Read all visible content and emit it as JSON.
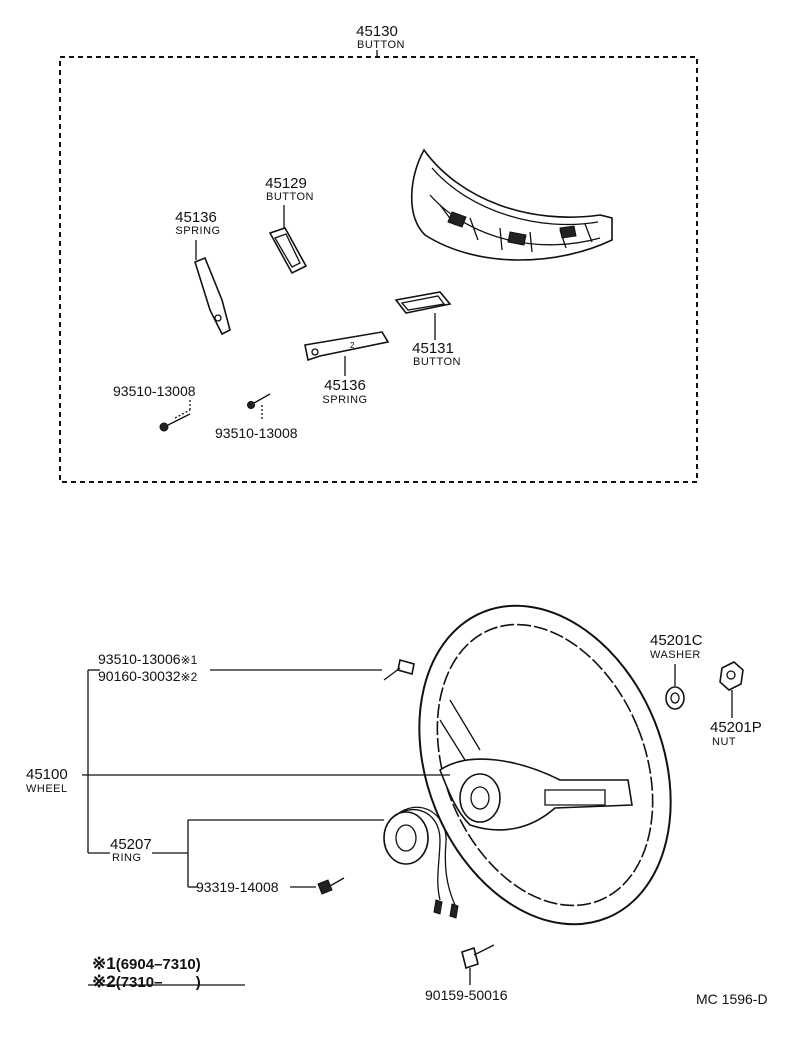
{
  "top_assembly": {
    "number": "45130",
    "name": "BUTTON"
  },
  "parts": {
    "button_45129": {
      "number": "45129",
      "name": "BUTTON"
    },
    "spring_left": {
      "number": "45136",
      "name": "SPRING"
    },
    "spring_bottom": {
      "number": "45136",
      "name": "SPRING"
    },
    "button_45131": {
      "number": "45131",
      "name": "BUTTON"
    },
    "screw_left": {
      "number": "93510-13008"
    },
    "screw_right": {
      "number": "93510-13008"
    },
    "screw_1": {
      "number": "93510-13006",
      "mark": "※1"
    },
    "bolt_2": {
      "number": "90160-30032",
      "mark": "※2"
    },
    "wheel": {
      "number": "45100",
      "name": "WHEEL"
    },
    "washer": {
      "number": "45201C",
      "name": "WASHER"
    },
    "nut": {
      "number": "45201P",
      "name": "NUT"
    },
    "ring": {
      "number": "45207",
      "name": "RING"
    },
    "screw_ring": {
      "number": "93319-14008"
    },
    "bolt_bottom": {
      "number": "90159-50016"
    }
  },
  "notes": [
    {
      "mark": "※1",
      "range": "(6904–7310)"
    },
    {
      "mark": "※2",
      "range": "(7310–        )"
    }
  ],
  "code": "MC 1596-D"
}
